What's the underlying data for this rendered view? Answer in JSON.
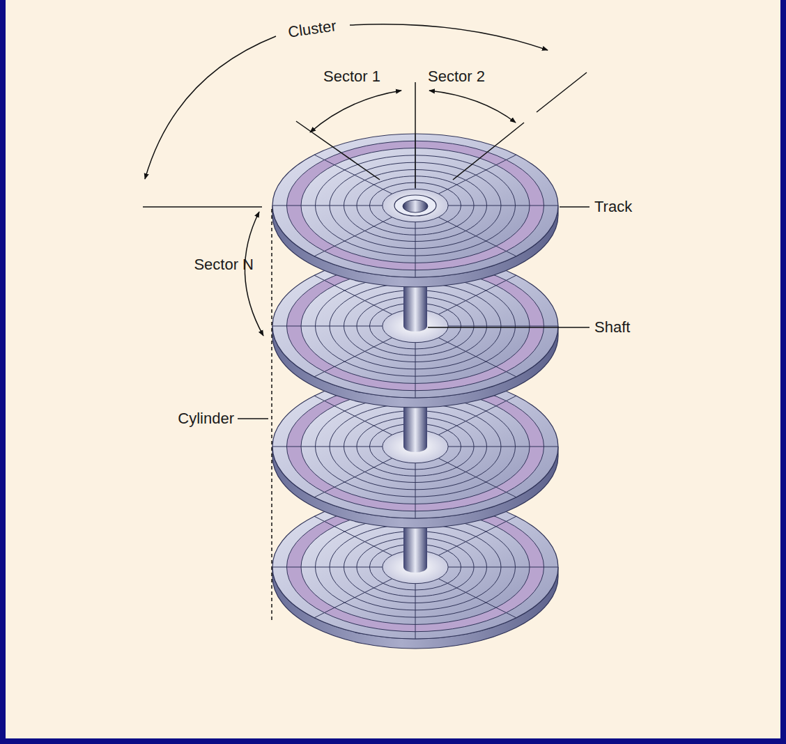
{
  "diagram": {
    "labels": [
      "Cluster",
      "Sector 1",
      "Sector 2",
      "Track",
      "Sector N",
      "Shaft",
      "Cylinder"
    ]
  }
}
